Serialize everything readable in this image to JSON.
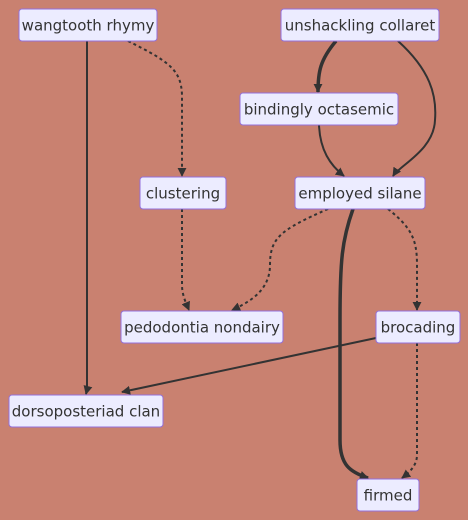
{
  "diagram": {
    "type": "flowchart",
    "nodes": [
      {
        "id": "wangtooth",
        "label": "wangtooth rhymy"
      },
      {
        "id": "unshackling",
        "label": "unshackling collaret"
      },
      {
        "id": "bindingly",
        "label": "bindingly octasemic"
      },
      {
        "id": "clustering",
        "label": "clustering"
      },
      {
        "id": "employed",
        "label": "employed silane"
      },
      {
        "id": "pedodontia",
        "label": "pedodontia nondairy"
      },
      {
        "id": "brocading",
        "label": "brocading"
      },
      {
        "id": "dorsoposteriad",
        "label": "dorsoposteriad clan"
      },
      {
        "id": "firmed",
        "label": "firmed"
      }
    ],
    "edges": [
      {
        "from": "wangtooth",
        "to": "dorsoposteriad",
        "style": "solid"
      },
      {
        "from": "wangtooth",
        "to": "clustering",
        "style": "dotted"
      },
      {
        "from": "unshackling",
        "to": "bindingly",
        "style": "thick"
      },
      {
        "from": "unshackling",
        "to": "employed",
        "style": "solid"
      },
      {
        "from": "bindingly",
        "to": "employed",
        "style": "solid"
      },
      {
        "from": "clustering",
        "to": "pedodontia",
        "style": "dotted"
      },
      {
        "from": "employed",
        "to": "pedodontia",
        "style": "dotted"
      },
      {
        "from": "employed",
        "to": "brocading",
        "style": "dotted"
      },
      {
        "from": "employed",
        "to": "firmed",
        "style": "thick"
      },
      {
        "from": "brocading",
        "to": "dorsoposteriad",
        "style": "solid"
      },
      {
        "from": "brocading",
        "to": "firmed",
        "style": "dotted"
      }
    ]
  },
  "colors": {
    "background": "#c98170",
    "node_fill": "#ECECFF",
    "node_border": "#9370DB",
    "edge": "#333333",
    "text": "#333333"
  }
}
